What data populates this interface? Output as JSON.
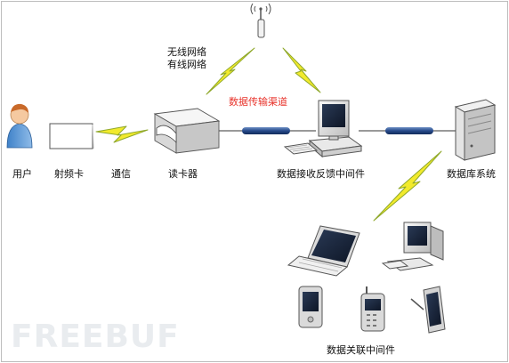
{
  "labels": {
    "user": "用户",
    "rf_card": "射频卡",
    "communication": "通信",
    "card_reader": "读卡器",
    "wireless_network": "无线网络",
    "wired_network": "有线网络",
    "data_channel": "数据传输渠道",
    "receiver_middleware": "数据接收反馈中间件",
    "database_system": "数据库系统",
    "association_middleware": "数据关联中间件"
  },
  "watermark": "FREEBUF",
  "colors": {
    "lightning": "#f2ea2c",
    "lightning_edge": "#8fa82a",
    "link": "#1f4e8c",
    "accent_red": "#e8342c"
  }
}
